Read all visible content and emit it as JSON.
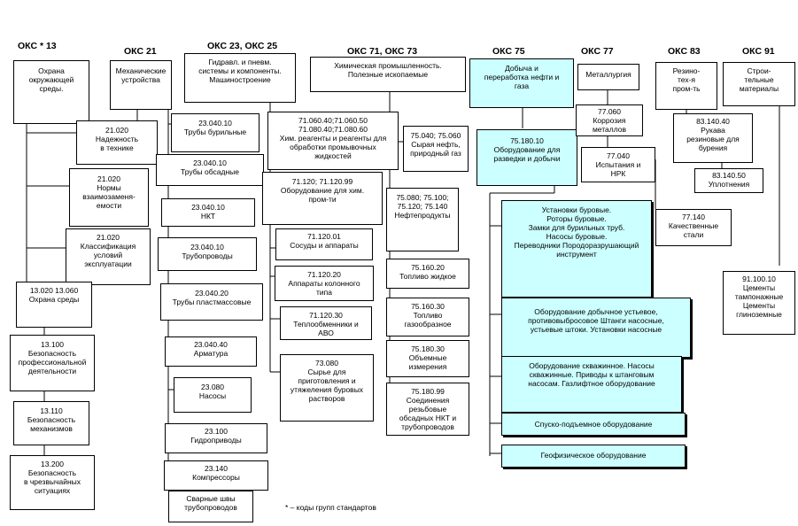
{
  "headers": [
    "ОКС *   13",
    "ОКС 21",
    "ОКС 23, ОКС 25",
    "ОКС 71, ОКС 73",
    "ОКС 75",
    "ОКС 77",
    "ОКС 83",
    "ОКС 91"
  ],
  "col13": [
    "Охрана\nокружающей\nсреды.",
    "21.020\nНадежность\nв технике",
    "21.020\nНормы\nвзаимозаменя-\nемости",
    "21.020\nКлассификация\nусловий\nэксплуатации",
    "13.020      13.060\nОхрана среды",
    "13.100\nБезопасность\nпрофессиональной\nдеятельности",
    "13.110\nБезопасность\nмеханизмов",
    "13.200\nБезопасность\nв чрезвычайных\nситуациях"
  ],
  "col21": [
    "Механические\nустройства"
  ],
  "col23": [
    "Гидравл. и пневм.\nсистемы и компоненты.\nМашиностроение",
    "23.040.10\nТрубы бурильные",
    "23.040.10\nТрубы обсадные",
    "23.040.10\nНКТ",
    "23.040.10\nТрубопроводы",
    "23.040.20\nТрубы   пластмассовые",
    "23.040.40\nАрматура",
    "23.080\nНасосы",
    "23.100\nГидроприводы",
    "23.140\nКомпрессоры",
    "Сварные  швы\nтрубопроводов"
  ],
  "col71": [
    "Химическая промышленность.\nПолезные ископаемые",
    "71.060.40;71.060.50\n71.080.40;71.080.60\nХим. реагенты и реагенты для\nобработки промывочных\nжидкостей",
    "71.120;    71.120.99\nОборудование  для хим.\nпром-ти",
    "71.120.01\nСосуды и аппараты",
    "71.120.20\nАппараты колонного\nтипа",
    "71.120.30\nТеплообменники и\nАВО",
    "73.080\nСырье для\nприготовления и\nутяжеления буровых\nрастворов"
  ],
  "col75a": [
    "75.040;  75.060\nСырая нефть,\nприродный газ",
    "75.080;  75.100;\n75.120;  75.140\nНефтепродукты",
    "75.160.20\nТопливо жидкое",
    "75.160.30\nТопливо\nгазообразное",
    "75.180.30\nОбъемные\nизмерения",
    "75.180.99\nСоединения\nрезьбовые\nобсадных НКТ  и\nтрубопроводов"
  ],
  "col75": [
    "Добыча и\nпереработка нефти и\nгаза",
    "75.180.10\nОборудование для\nразведки и добычи",
    "Установки буровые.\nРоторы буровые.\nЗамки для бурильных труб.\nНасосы буровые.\nПереводники Породоразрушающий\nинструмент",
    "Оборудование добычное устьевое,\nпротивовыбросовое Штанги насосные,\nустьевые штоки. Установки насосные",
    "Оборудование скважинное. Насосы\nскважинные. Приводы к штанговым\nнасосам. Газлифтное оборудование",
    "Спуско-подъемное оборудование",
    "Геофизическое оборудование"
  ],
  "col77": [
    "Металлургия",
    "77.060\nКоррозия\nметаллов",
    "77.040\nИспытания и\nНРК",
    "77.140\nКачественные\nстали"
  ],
  "col83": [
    "Резино-\nтех-я\nпром-ть",
    "83.140.40\nРукава\nрезиновые для\nбурения",
    "83.140.50\nУплотнения"
  ],
  "col91": [
    "Строи-\nтельные\nматериалы",
    "91.100.10\nЦементы\nтампонажные\nЦементы\nглиноземные"
  ],
  "footnote": "* – коды групп стандартов"
}
